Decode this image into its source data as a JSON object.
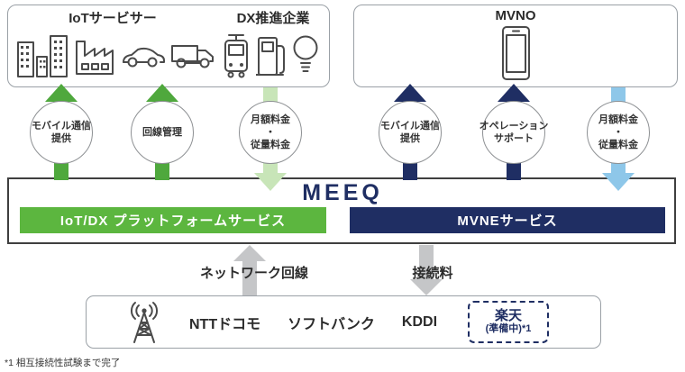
{
  "logo": "MEEQ",
  "top_left_box": {
    "title_left": "IoTサービサー",
    "title_right": "DX推進企業",
    "icons": [
      "buildings-icon",
      "factory-icon",
      "car-icon",
      "truck-icon",
      "tram-icon",
      "fuel-pump-icon",
      "bulb-icon"
    ]
  },
  "top_right_box": {
    "title": "MVNO",
    "icon": "smartphone-icon"
  },
  "flows": [
    {
      "label": "モバイル通信\n提供",
      "direction": "up",
      "color": "#4fa83d"
    },
    {
      "label": "回線管理",
      "direction": "up",
      "color": "#4fa83d"
    },
    {
      "label": "月額料金\n・\n従量料金",
      "direction": "down",
      "color": "#c8e5b8"
    },
    {
      "label": "モバイル通信\n提供",
      "direction": "up",
      "color": "#1f2e63"
    },
    {
      "label": "オペレーション\nサポート",
      "direction": "up",
      "color": "#1f2e63"
    },
    {
      "label": "月額料金\n・\n従量料金",
      "direction": "down",
      "color": "#8ec7e9"
    }
  ],
  "platform": {
    "left_service": "IoT/DX プラットフォームサービス",
    "right_service": "MVNEサービス"
  },
  "lower_flows": [
    {
      "label": "ネットワーク回線",
      "direction": "up",
      "color": "#c5c6c8"
    },
    {
      "label": "接続料",
      "direction": "down",
      "color": "#c5c6c8"
    }
  ],
  "carriers": {
    "icon": "radio-tower-icon",
    "names": [
      "NTTドコモ",
      "ソフトバンク",
      "KDDI"
    ],
    "planned": {
      "name": "楽天",
      "note": "(準備中)*1"
    }
  },
  "footnote": "*1 相互接続性試験まで完了",
  "colors": {
    "service_green": "#5cb63f",
    "service_navy": "#1f2e63",
    "arrow_green": "#4fa83d",
    "arrow_light_green": "#c8e5b8",
    "arrow_navy": "#1f2e63",
    "arrow_light_blue": "#8ec7e9",
    "arrow_gray": "#c5c6c8"
  }
}
